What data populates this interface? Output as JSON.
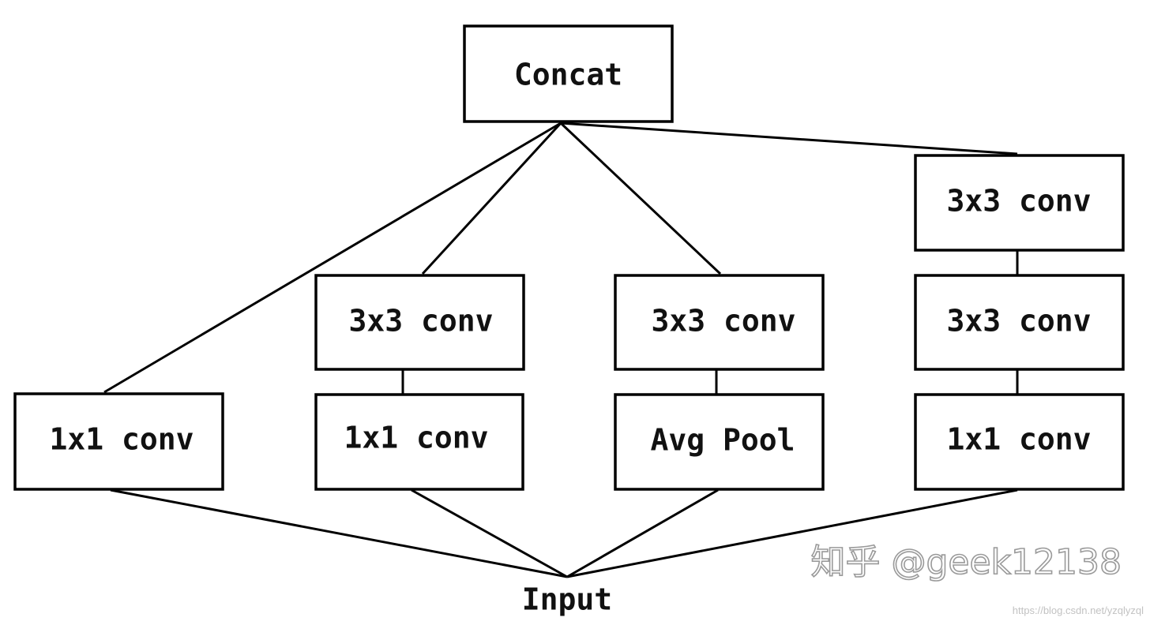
{
  "diagram": {
    "nodes": {
      "concat": "Concat",
      "b1_conv1x1": "1x1 conv",
      "b2_conv1x1": "1x1 conv",
      "b2_conv3x3": "3x3 conv",
      "b3_avgpool": "Avg Pool",
      "b3_conv3x3": "3x3 conv",
      "b4_conv1x1": "1x1 conv",
      "b4_conv3x3_a": "3x3 conv",
      "b4_conv3x3_b": "3x3 conv",
      "input": "Input"
    },
    "edges": [
      [
        "input",
        "b1_conv1x1"
      ],
      [
        "input",
        "b2_conv1x1"
      ],
      [
        "input",
        "b3_avgpool"
      ],
      [
        "input",
        "b4_conv1x1"
      ],
      [
        "b2_conv1x1",
        "b2_conv3x3"
      ],
      [
        "b3_avgpool",
        "b3_conv3x3"
      ],
      [
        "b4_conv1x1",
        "b4_conv3x3_a"
      ],
      [
        "b4_conv3x3_a",
        "b4_conv3x3_b"
      ],
      [
        "b1_conv1x1",
        "concat"
      ],
      [
        "b2_conv3x3",
        "concat"
      ],
      [
        "b3_conv3x3",
        "concat"
      ],
      [
        "b4_conv3x3_b",
        "concat"
      ]
    ]
  },
  "watermark": {
    "main": "知乎 @geek12138",
    "url": "https://blog.csdn.net/yzqlyzql"
  }
}
